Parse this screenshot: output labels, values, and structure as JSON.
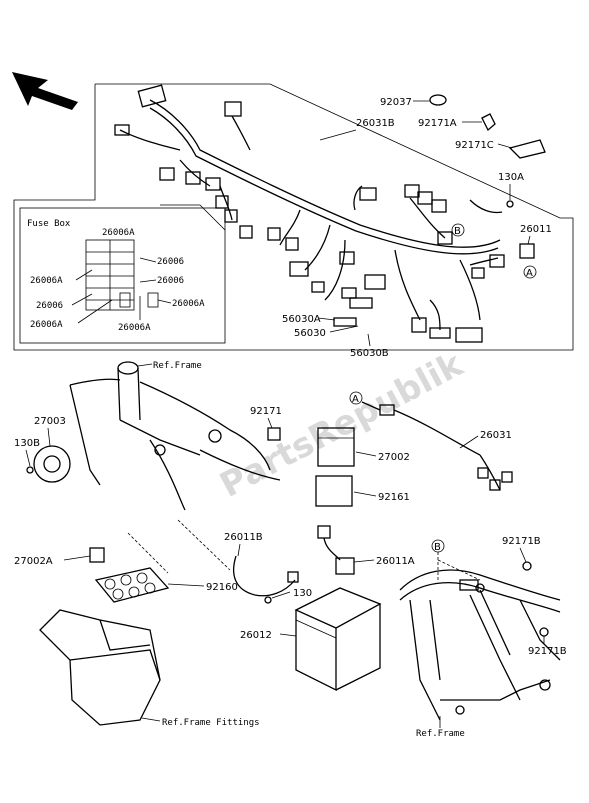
{
  "watermark": "PartsRepublik",
  "callouts": {
    "c92037": "92037",
    "c26031B": "26031B",
    "c92171A": "92171A",
    "c92171C": "92171C",
    "c130A": "130A",
    "c26011": "26011",
    "c56030A": "56030A",
    "c56030": "56030",
    "c56030B": "56030B",
    "c27003": "27003",
    "c130B": "130B",
    "c92171": "92171",
    "c26031": "26031",
    "c27002": "27002",
    "c92161": "92161",
    "c27002A": "27002A",
    "c92160": "92160",
    "c26011B": "26011B",
    "c26011A": "26011A",
    "c130": "130",
    "c26012": "26012",
    "c92171B_top": "92171B",
    "c92171B_bot": "92171B"
  },
  "fuse_box": {
    "title": "Fuse Box",
    "labels": {
      "top": "26006A",
      "r1": "26006",
      "r2": "26006",
      "l1": "26006A",
      "l2": "26006",
      "l3": "26006A",
      "r3": "26006A",
      "bottom": "26006A"
    }
  },
  "ref_labels": {
    "frame_top": "Ref.Frame",
    "frame_fittings": "Ref.Frame Fittings",
    "frame_bottom": "Ref.Frame"
  },
  "markers": {
    "a": "A",
    "b": "B"
  }
}
